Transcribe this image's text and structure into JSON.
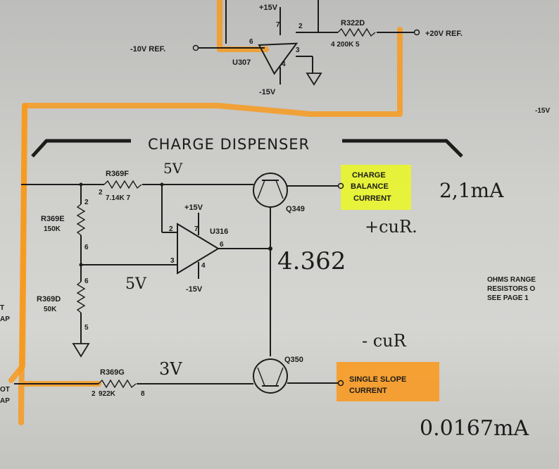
{
  "top": {
    "u307_plus15v": "+15V",
    "u307_minus15v": "-15V",
    "pin7": "7",
    "pin2": "2",
    "pin6": "6",
    "pin3": "3",
    "pin4": "4",
    "u307": "U307",
    "minus_10v_ref": "-10V REF.",
    "r322d": "R322D",
    "r322d_value": "4 200K 5",
    "plus_20v_ref": "+20V REF."
  },
  "section": {
    "title": "CHARGE DISPENSER"
  },
  "parts": {
    "r369f": "R369F",
    "r369f_pins": "2",
    "r369f_value": "7.14K 7",
    "r369e_pin_top": "2",
    "r369e": "R369E",
    "r369e_value": "150K",
    "r369e_pin_bottom": "6",
    "r369d_pin_top": "6",
    "r369d": "R369D",
    "r369d_value": "50K",
    "r369d_pin_bottom": "5",
    "u316_plus15v": "+15V",
    "u316": "U316",
    "u316_pin2": "2",
    "u316_pin7": "7",
    "u316_pin3": "3",
    "u316_pin6": "6",
    "u316_pin4": "4",
    "u316_minus15v": "-15V",
    "q349": "Q349",
    "q350": "Q350",
    "r369g": "R369G",
    "r369g_pin_left": "2",
    "r369g_value": "922K",
    "r369g_pin_right": "8"
  },
  "outputs": {
    "charge_balance": [
      "CHARGE",
      "BALANCE",
      "CURRENT"
    ],
    "single_slope": [
      "SINGLE SLOPE",
      "CURRENT"
    ]
  },
  "side": {
    "lines": [
      "OHMS RANGE",
      "RESISTORS O",
      "SEE PAGE 1"
    ]
  },
  "edge": {
    "minus15v": "-15V",
    "left": [
      "T",
      "AP",
      "OT",
      "AP"
    ]
  },
  "handwritten": {
    "v_top": "5V",
    "v_mid": "5V",
    "v_bottom": "3V",
    "voltage": "4.362",
    "current_top": "2,1mA",
    "plus_cur": "+cuR.",
    "minus_cur": "- cuR",
    "current_bottom": "0.0167mA"
  },
  "colors": {
    "highlight_orange": "#f79a1e",
    "highlight_yellow": "#e9f52a",
    "ink": "#1c1c1c",
    "paper": "#cfcfcc"
  }
}
